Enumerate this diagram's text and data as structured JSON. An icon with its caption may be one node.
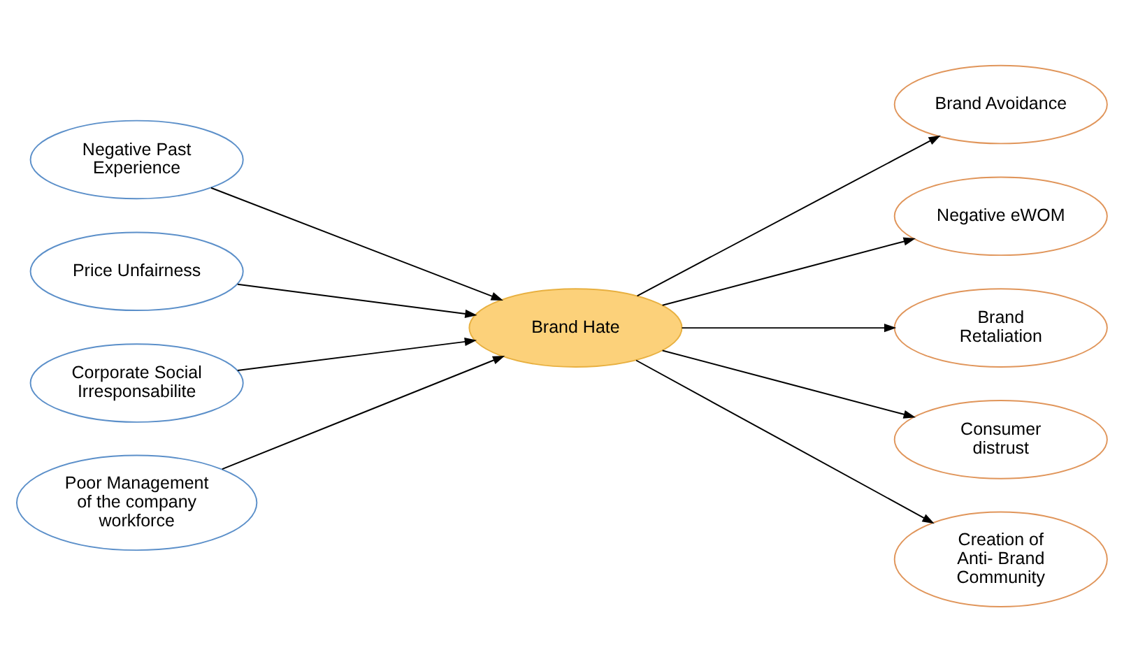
{
  "diagram": {
    "nodes": [
      {
        "text": [
          "Negative Past Experience"
        ]
      },
      {
        "text": [
          "Price Unfairness"
        ]
      },
      {
        "text": [
          "Corporate Social Irresponsabilite"
        ]
      },
      {
        "text": [
          "Poor Management of the company workforce"
        ]
      },
      {
        "text": [
          "Brand Hate"
        ]
      },
      {
        "text": [
          "Brand Avoidance"
        ]
      },
      {
        "text": [
          "Negative eWOM"
        ]
      },
      {
        "text": [
          "Brand Retaliation"
        ]
      },
      {
        "text": [
          "Consumer distrust"
        ]
      },
      {
        "text": [
          "Creation of Anti- Brand Community"
        ]
      }
    ],
    "edges": [
      {
        "from": 0,
        "to": 4,
        "arrow": "to"
      },
      {
        "from": 1,
        "to": 4,
        "arrow": "to"
      },
      {
        "from": 2,
        "to": 4,
        "arrow": "to"
      },
      {
        "from": 3,
        "to": 4,
        "arrow": "to"
      },
      {
        "from": 4,
        "to": 5,
        "arrow": "to"
      },
      {
        "from": 4,
        "to": 6,
        "arrow": "to"
      },
      {
        "from": 4,
        "to": 7,
        "arrow": "to"
      },
      {
        "from": 4,
        "to": 8,
        "arrow": "to"
      },
      {
        "from": 4,
        "to": 9,
        "arrow": "to"
      }
    ]
  }
}
